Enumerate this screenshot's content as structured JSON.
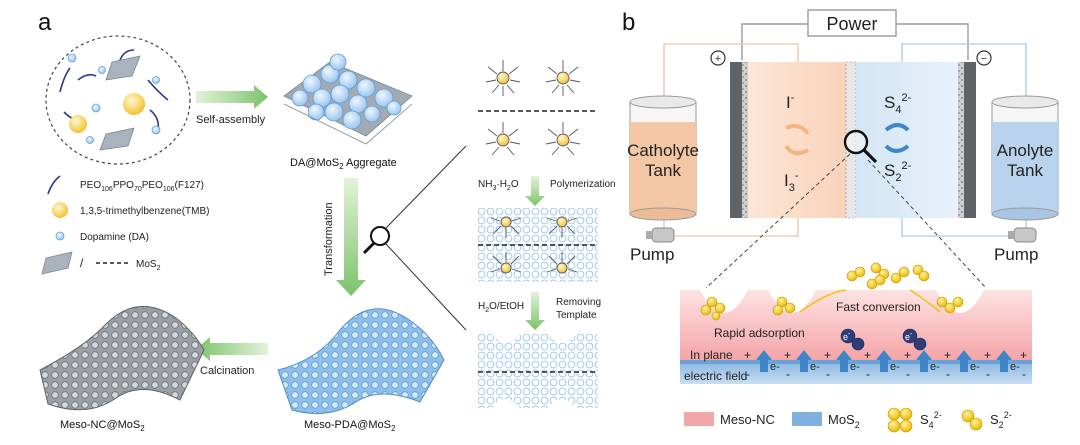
{
  "panel_a": {
    "label": "a",
    "self_assembly": "Self-assembly",
    "aggregate_label": "DA@MoS",
    "aggregate_sub": "2",
    "aggregate_suffix": " Aggregate",
    "transformation": "Transformation",
    "calcination": "Calcination",
    "meso_pda_label": "Meso-PDA@MoS",
    "meso_pda_sub": "2",
    "meso_nc_label": "Meso-NC@MoS",
    "meso_nc_sub": "2",
    "legend_f127_p1": "PEO",
    "legend_f127_s1": "106",
    "legend_f127_p2": "PPO",
    "legend_f127_s2": "70",
    "legend_f127_p3": "PEO",
    "legend_f127_s3": "106",
    "legend_f127_p4": "(F127)",
    "legend_tmb": "1,3,5-trimethylbenzene(TMB)",
    "legend_da": "Dopamine (DA)",
    "legend_mos2_slash": "/",
    "legend_mos2": "MoS",
    "legend_mos2_sub": "2",
    "nh3_label": "NH",
    "nh3_sub": "3",
    "nh3_suffix": "·H",
    "nh3_sub2": "2",
    "nh3_end": "O",
    "polymerization": "Polymerization",
    "h2o_etoh": "H",
    "h2o_sub": "2",
    "h2o_end": "O/EtOH",
    "removing": "Removing",
    "template": "Template"
  },
  "panel_b": {
    "label": "b",
    "power": "Power",
    "plus": "+",
    "minus": "−",
    "catholyte_1": "Catholyte",
    "catholyte_2": "Tank",
    "anolyte_1": "Anolyte",
    "anolyte_2": "Tank",
    "pump_left": "Pump",
    "pump_right": "Pump",
    "i_minus": "I",
    "i_minus_sup": "-",
    "i3": "I",
    "i3_sub": "3",
    "i3_sup": "-",
    "s4": "S",
    "s4_sub": "4",
    "s4_sup": "2-",
    "s2": "S",
    "s2_sub": "2",
    "s2_sup": "2-",
    "fast_conversion": "Fast conversion",
    "rapid_adsorption": "Rapid adsorption",
    "in_plane": "In plane",
    "electric_field": "electric field",
    "electron": "e",
    "electron_sup": "-",
    "legend_meso_nc": "Meso-NC",
    "legend_mos2": "MoS",
    "legend_mos2_sub": "2",
    "legend_s4": "S",
    "legend_s4_sub": "4",
    "legend_s4_sup": "2-",
    "legend_s2": "S",
    "legend_s2_sub": "2",
    "legend_s2_sup": "2-"
  },
  "colors": {
    "meso_nc": "#f4a7a9",
    "mos2": "#7fb0df",
    "sulfur": "#f2c20f",
    "catholyte": "#f6c9a8",
    "anolyte": "#b9d3ec",
    "arrow_green": "#8cc97a"
  }
}
